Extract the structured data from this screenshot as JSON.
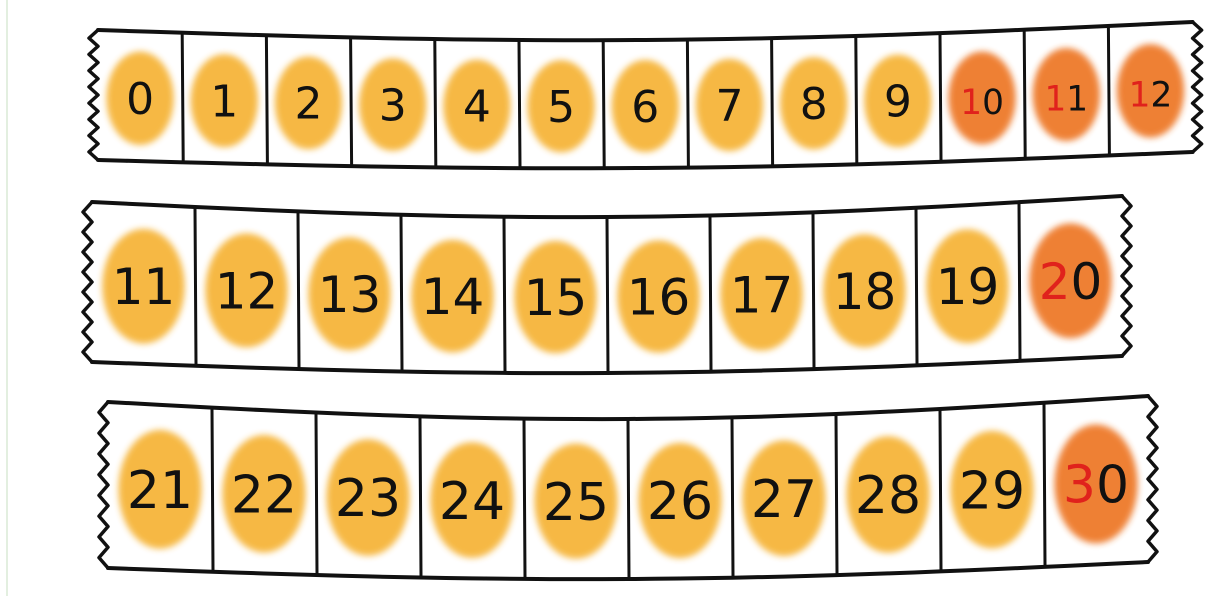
{
  "colors": {
    "ink": "#111111",
    "blob": "#f6b53a",
    "blob_tens": "#ee7a2c",
    "digit_red": "#e0221c",
    "paper": "#ffffff"
  },
  "strips": [
    {
      "name": "strip-1",
      "cells": [
        {
          "digits": [
            {
              "t": "0",
              "red": false
            }
          ],
          "tens": false
        },
        {
          "digits": [
            {
              "t": "1",
              "red": false
            }
          ],
          "tens": false
        },
        {
          "digits": [
            {
              "t": "2",
              "red": false
            }
          ],
          "tens": false
        },
        {
          "digits": [
            {
              "t": "3",
              "red": false
            }
          ],
          "tens": false
        },
        {
          "digits": [
            {
              "t": "4",
              "red": false
            }
          ],
          "tens": false
        },
        {
          "digits": [
            {
              "t": "5",
              "red": false
            }
          ],
          "tens": false
        },
        {
          "digits": [
            {
              "t": "6",
              "red": false
            }
          ],
          "tens": false
        },
        {
          "digits": [
            {
              "t": "7",
              "red": false
            }
          ],
          "tens": false
        },
        {
          "digits": [
            {
              "t": "8",
              "red": false
            }
          ],
          "tens": false
        },
        {
          "digits": [
            {
              "t": "9",
              "red": false
            }
          ],
          "tens": false
        },
        {
          "digits": [
            {
              "t": "1",
              "red": true
            },
            {
              "t": "0",
              "red": false
            }
          ],
          "tens": true
        },
        {
          "digits": [
            {
              "t": "1",
              "red": true
            },
            {
              "t": "1",
              "red": false
            }
          ],
          "tens": true
        },
        {
          "digits": [
            {
              "t": "1",
              "red": true
            },
            {
              "t": "2",
              "red": false
            }
          ],
          "tens": true
        }
      ]
    },
    {
      "name": "strip-2",
      "cells": [
        {
          "digits": [
            {
              "t": "1",
              "red": false
            },
            {
              "t": "1",
              "red": false
            }
          ],
          "tens": false
        },
        {
          "digits": [
            {
              "t": "1",
              "red": false
            },
            {
              "t": "2",
              "red": false
            }
          ],
          "tens": false
        },
        {
          "digits": [
            {
              "t": "1",
              "red": false
            },
            {
              "t": "3",
              "red": false
            }
          ],
          "tens": false
        },
        {
          "digits": [
            {
              "t": "1",
              "red": false
            },
            {
              "t": "4",
              "red": false
            }
          ],
          "tens": false
        },
        {
          "digits": [
            {
              "t": "1",
              "red": false
            },
            {
              "t": "5",
              "red": false
            }
          ],
          "tens": false
        },
        {
          "digits": [
            {
              "t": "1",
              "red": false
            },
            {
              "t": "6",
              "red": false
            }
          ],
          "tens": false
        },
        {
          "digits": [
            {
              "t": "1",
              "red": false
            },
            {
              "t": "7",
              "red": false
            }
          ],
          "tens": false
        },
        {
          "digits": [
            {
              "t": "1",
              "red": false
            },
            {
              "t": "8",
              "red": false
            }
          ],
          "tens": false
        },
        {
          "digits": [
            {
              "t": "1",
              "red": false
            },
            {
              "t": "9",
              "red": false
            }
          ],
          "tens": false
        },
        {
          "digits": [
            {
              "t": "2",
              "red": true
            },
            {
              "t": "0",
              "red": false
            }
          ],
          "tens": true
        }
      ]
    },
    {
      "name": "strip-3",
      "cells": [
        {
          "digits": [
            {
              "t": "2",
              "red": false
            },
            {
              "t": "1",
              "red": false
            }
          ],
          "tens": false
        },
        {
          "digits": [
            {
              "t": "2",
              "red": false
            },
            {
              "t": "2",
              "red": false
            }
          ],
          "tens": false
        },
        {
          "digits": [
            {
              "t": "2",
              "red": false
            },
            {
              "t": "3",
              "red": false
            }
          ],
          "tens": false
        },
        {
          "digits": [
            {
              "t": "2",
              "red": false
            },
            {
              "t": "4",
              "red": false
            }
          ],
          "tens": false
        },
        {
          "digits": [
            {
              "t": "2",
              "red": false
            },
            {
              "t": "5",
              "red": false
            }
          ],
          "tens": false
        },
        {
          "digits": [
            {
              "t": "2",
              "red": false
            },
            {
              "t": "6",
              "red": false
            }
          ],
          "tens": false
        },
        {
          "digits": [
            {
              "t": "2",
              "red": false
            },
            {
              "t": "7",
              "red": false
            }
          ],
          "tens": false
        },
        {
          "digits": [
            {
              "t": "2",
              "red": false
            },
            {
              "t": "8",
              "red": false
            }
          ],
          "tens": false
        },
        {
          "digits": [
            {
              "t": "2",
              "red": false
            },
            {
              "t": "9",
              "red": false
            }
          ],
          "tens": false
        },
        {
          "digits": [
            {
              "t": "3",
              "red": true
            },
            {
              "t": "0",
              "red": false
            }
          ],
          "tens": true
        }
      ]
    }
  ]
}
